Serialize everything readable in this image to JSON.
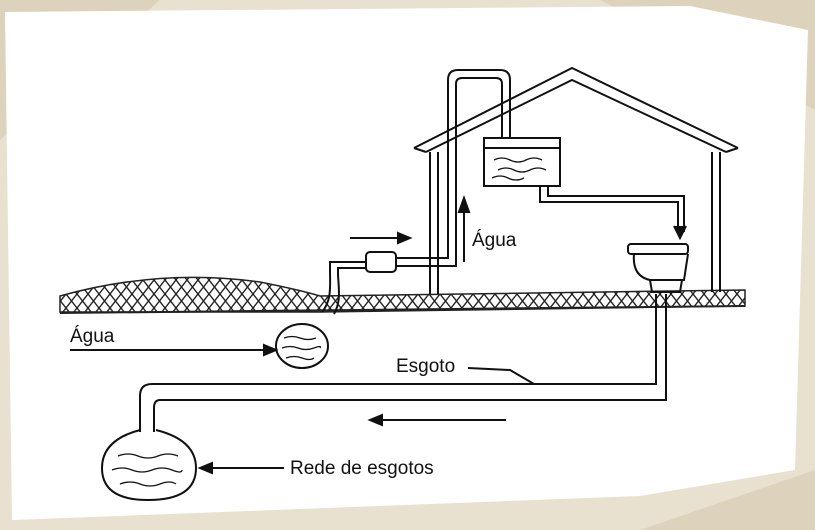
{
  "labels": {
    "water_entry": "Água",
    "water_up": "Água",
    "sewage": "Esgoto",
    "sewer_network": "Rede de esgotos"
  },
  "colors": {
    "background": "#e9e1cf",
    "paper": "#ffffff",
    "ink": "#111111"
  }
}
